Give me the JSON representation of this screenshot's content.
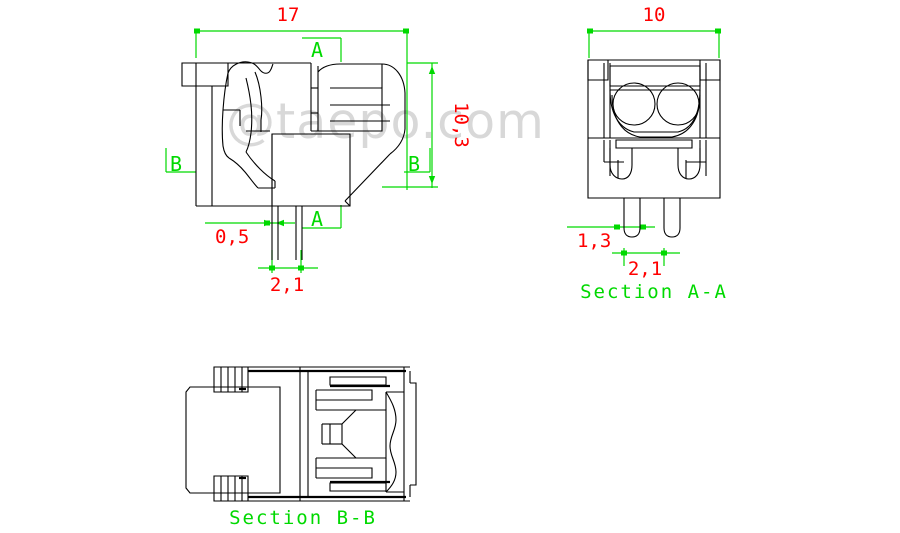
{
  "drawing": {
    "type": "cad-technical-drawing",
    "background_color": "#ffffff",
    "object_line_color": "#000000",
    "dimension_color": "#00d900",
    "dimension_text_color": "#ff0000",
    "watermark_color": "#d8d8d8",
    "watermark_text": "@taepo.com"
  },
  "views": {
    "front": {
      "name": "front-elevation-view",
      "dimensions": {
        "width_label": "17",
        "height_label": "10,3",
        "pin_width_label": "0,5",
        "pin_pitch_label": "2,1"
      },
      "section_markers": {
        "a_top": "A",
        "a_bottom": "A",
        "b_left": "B",
        "b_right": "B"
      }
    },
    "section_a": {
      "name": "section-a-a-view",
      "title": "Section A-A",
      "dimensions": {
        "width_label": "10",
        "pin_width_label": "1,3",
        "pin_pitch_label": "2,1"
      }
    },
    "section_b": {
      "name": "section-b-b-view",
      "title": "Section B-B"
    }
  }
}
